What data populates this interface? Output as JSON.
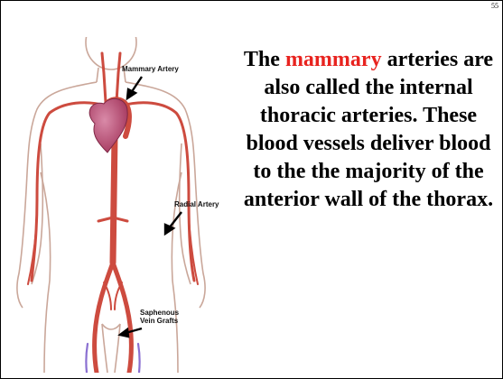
{
  "slide": {
    "page_number": "55",
    "caption": {
      "before": "The ",
      "highlight": "mammary",
      "after": " arteries are also called the internal thoracic arteries. These blood vessels deliver blood to the the majority of the anterior wall of the thorax."
    },
    "figure": {
      "labels": {
        "mammary": "Mammary Artery",
        "radial": "Radial Artery",
        "saphenous_line1": "Saphenous",
        "saphenous_line2": "Vein Grafts"
      }
    },
    "colors": {
      "highlight": "#e8231f",
      "artery": "#cd4b3f",
      "heart": "#b53f63",
      "vein_graft": "#8a6fd1"
    }
  }
}
